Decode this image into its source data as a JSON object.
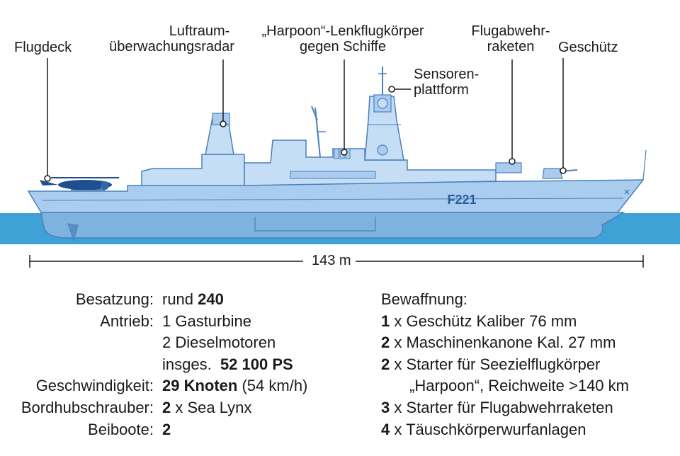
{
  "labels": {
    "flugdeck": "Flugdeck",
    "radar_1": "Luftraum-",
    "radar_2": "überwachungsradar",
    "harpoon_1": "„Harpoon“-Lenkflugkörper",
    "harpoon_2": "gegen Schiffe",
    "sensor_1": "Sensoren-",
    "sensor_2": "plattform",
    "flugabwehr_1": "Flugabwehr-",
    "flugabwehr_2": "raketen",
    "geschuetz": "Geschütz"
  },
  "hull_number": "F221",
  "length": "143 m",
  "specs": [
    {
      "key": "Besatzung:",
      "pre": "rund ",
      "bold": "240",
      "post": ""
    },
    {
      "key": "Antrieb:",
      "pre": "1 Gasturbine",
      "bold": "",
      "post": ""
    },
    {
      "key": "",
      "pre": "2 Dieselmotoren",
      "bold": "",
      "post": ""
    },
    {
      "key": "",
      "pre": "insges.  ",
      "bold": "52 100 PS",
      "post": ""
    },
    {
      "key": "Geschwindigkeit:",
      "pre": "",
      "bold": "29 Knoten",
      "post": " (54 km/h)"
    },
    {
      "key": "Bordhubschrauber:",
      "pre": "",
      "bold": "2",
      "post": " x Sea Lynx"
    },
    {
      "key": "Beiboote:",
      "pre": "",
      "bold": "2",
      "post": ""
    }
  ],
  "weapons": {
    "title": "Bewaffnung:",
    "items": [
      {
        "bold": "1",
        "text": " x Geschütz Kaliber 76 mm"
      },
      {
        "bold": "2",
        "text": " x Maschinenkanone Kal. 27 mm"
      },
      {
        "bold": "2",
        "text": " x Starter für Seezielflugkörper"
      },
      {
        "bold": "",
        "text": "„Harpoon“, Reichweite >140 km"
      },
      {
        "bold": "3",
        "text": " x Starter für Flugabwehrraketen"
      },
      {
        "bold": "4",
        "text": " x Täuschkörperwurfanlagen"
      }
    ]
  },
  "colors": {
    "sea": "#3fa2d6",
    "hull": "#aacdef",
    "hull_dark": "#7fb3df",
    "outline": "#4a80bb",
    "helicopter": "#1e4f8f",
    "text": "#1a1a1a"
  }
}
